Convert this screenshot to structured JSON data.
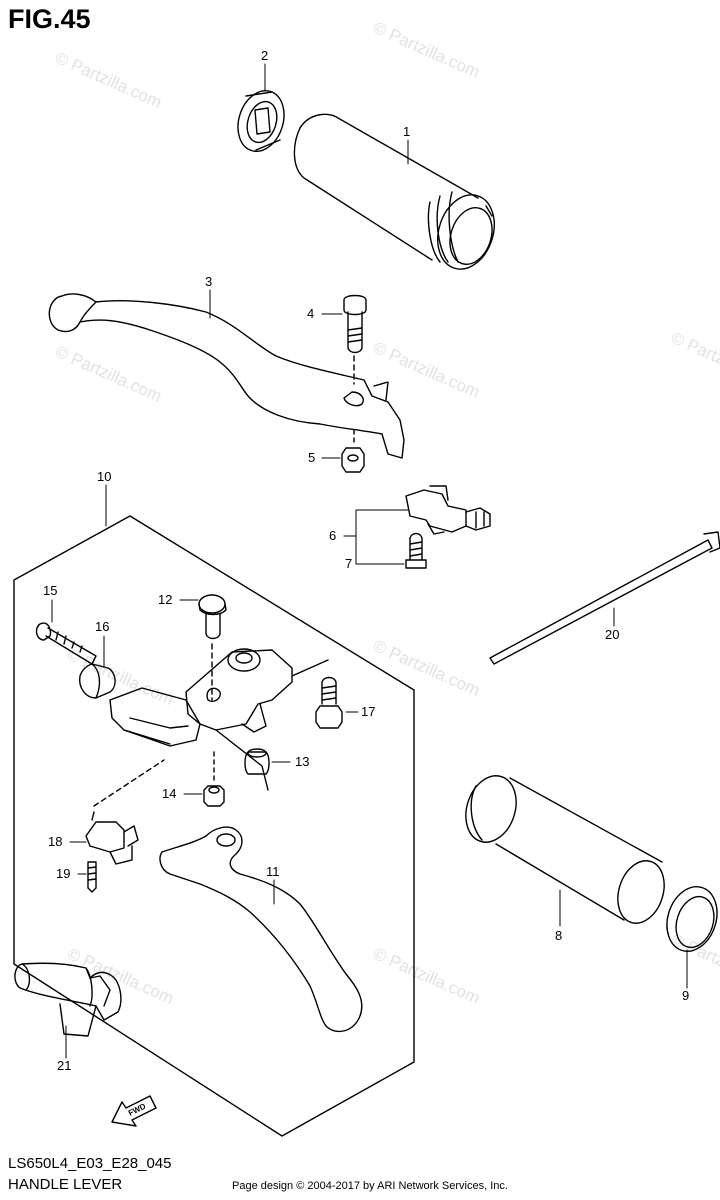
{
  "figure_title": "FIG.45",
  "diagram_code": "LS650L4_E03_E28_045",
  "diagram_name": "HANDLE LEVER",
  "footer": "Page design © 2004-2017 by ARI Network Services, Inc.",
  "watermark": "© Partzilla.com",
  "callouts": [
    "1",
    "2",
    "3",
    "4",
    "5",
    "6",
    "7",
    "8",
    "9",
    "10",
    "11",
    "12",
    "13",
    "14",
    "15",
    "16",
    "17",
    "18",
    "19",
    "20",
    "21"
  ]
}
